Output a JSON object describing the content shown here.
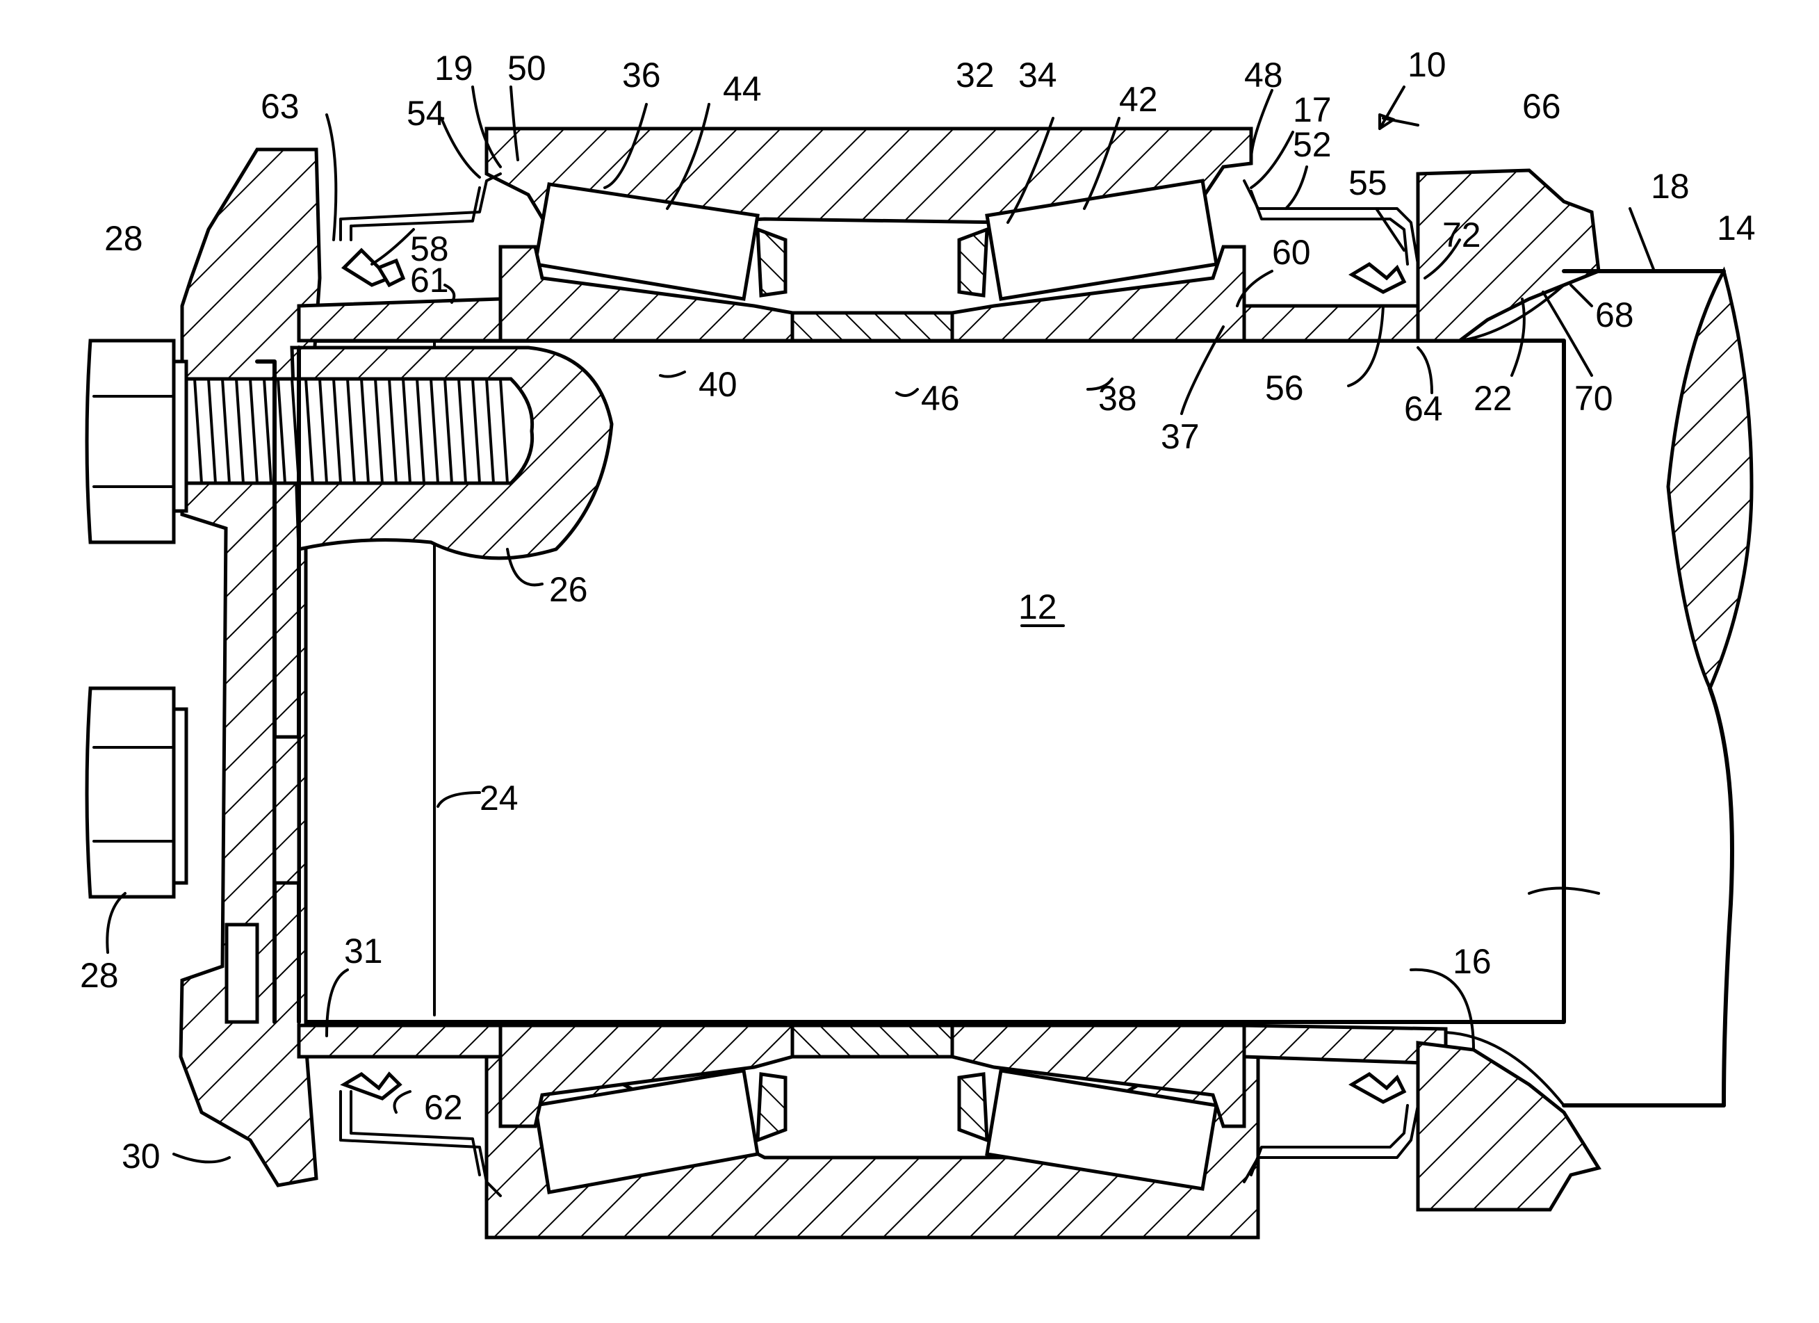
{
  "labels": {
    "l10": "10",
    "l12": "12",
    "l14": "14",
    "l16": "16",
    "l17": "17",
    "l18": "18",
    "l19": "19",
    "l22": "22",
    "l24": "24",
    "l26": "26",
    "l28a": "28",
    "l28b": "28",
    "l30": "30",
    "l31": "31",
    "l32": "32",
    "l34": "34",
    "l36": "36",
    "l37": "37",
    "l38": "38",
    "l40": "40",
    "l42": "42",
    "l44": "44",
    "l46": "46",
    "l48": "48",
    "l50": "50",
    "l52": "52",
    "l54": "54",
    "l55": "55",
    "l56": "56",
    "l58": "58",
    "l60": "60",
    "l61": "61",
    "l62": "62",
    "l63": "63",
    "l64": "64",
    "l66": "66",
    "l68": "68",
    "l70": "70",
    "l72": "72"
  }
}
